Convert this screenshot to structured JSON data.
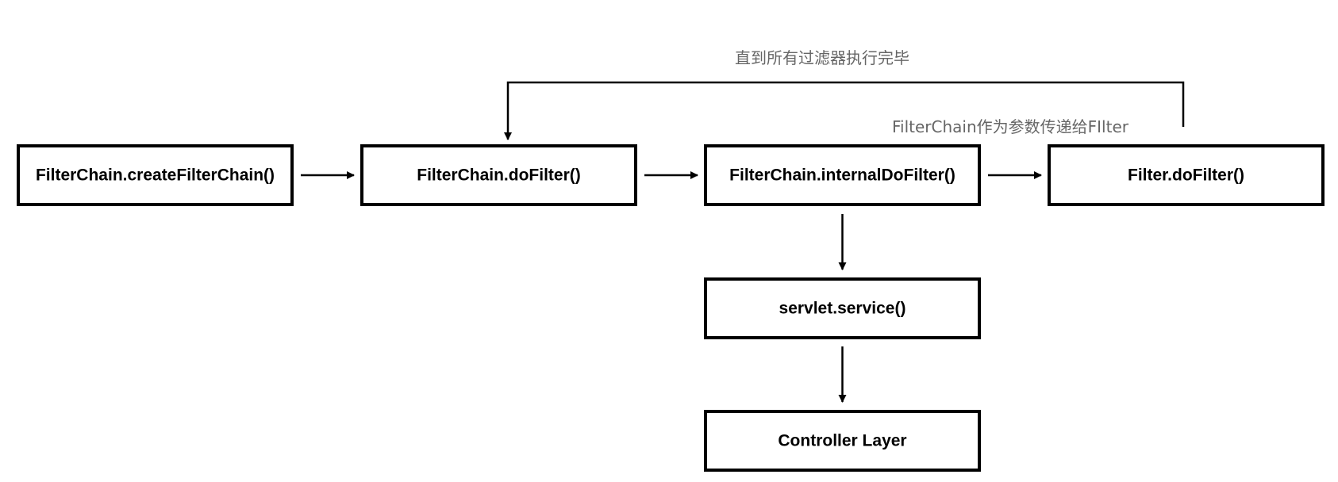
{
  "nodes": {
    "create_chain": "FilterChain.createFilterChain()",
    "do_filter": "FilterChain.doFilter()",
    "internal_do_filter": "FilterChain.internalDoFilter()",
    "filter_do_filter": "Filter.doFilter()",
    "servlet_service": "servlet.service()",
    "controller_layer": "Controller Layer"
  },
  "annotations": {
    "loop_label": "直到所有过滤器执行完毕",
    "pass_label": "FilterChain作为参数传递给FIlter"
  },
  "colors": {
    "stroke": "#000000",
    "annotation_text": "#666666",
    "background": "#ffffff"
  }
}
